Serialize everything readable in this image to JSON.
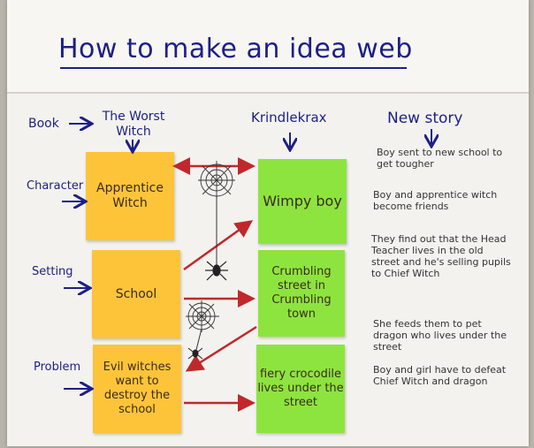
{
  "chart": {
    "title": "How to make an idea web",
    "headers": {
      "book": "Book",
      "worst_witch": "The Worst Witch",
      "krindlekrax": "Krindlekrax",
      "new_story": "New story"
    },
    "rows": [
      {
        "label": "Character",
        "book_note": "Apprentice Witch",
        "krindle_note": "Wimpy boy"
      },
      {
        "label": "Setting",
        "book_note": "School",
        "krindle_note": "Crumbling street in Crumbling town"
      },
      {
        "label": "Problem",
        "book_note": "Evil witches want to destroy the school",
        "krindle_note": "fiery crocodile lives under the street"
      }
    ],
    "story_lines": [
      "Boy sent to new school to get tougher",
      "Boy and apprentice witch become friends",
      "They find out that the Head Teacher lives in the old street and he's selling pupils to Chief Witch",
      "She feeds them to pet dragon who lives under the street",
      "Boy and girl have to defeat Chief Witch and dragon"
    ]
  },
  "colors": {
    "ink": "#1d1f86",
    "arrow": "#c0282b",
    "yellow": "#fdc43a",
    "green": "#8ee43e"
  }
}
